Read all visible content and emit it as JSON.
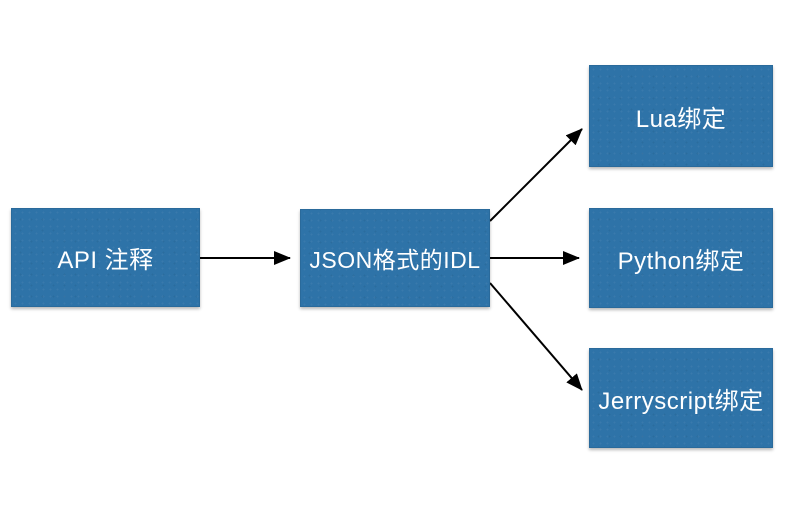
{
  "diagram": {
    "colors": {
      "background": "#ffffff",
      "box_fill": "#2e73a8",
      "box_border": "#2a6a9b",
      "text": "#ffffff",
      "arrow": "#000000"
    },
    "nodes": [
      {
        "id": "api",
        "label": "API 注释"
      },
      {
        "id": "idl",
        "label": "JSON格式的IDL"
      },
      {
        "id": "lua",
        "label": "Lua绑定"
      },
      {
        "id": "python",
        "label": "Python绑定"
      },
      {
        "id": "jerry",
        "label": "Jerryscript绑定"
      }
    ],
    "edges": [
      {
        "from": "api",
        "to": "idl"
      },
      {
        "from": "idl",
        "to": "lua"
      },
      {
        "from": "idl",
        "to": "python"
      },
      {
        "from": "idl",
        "to": "jerry"
      }
    ]
  }
}
